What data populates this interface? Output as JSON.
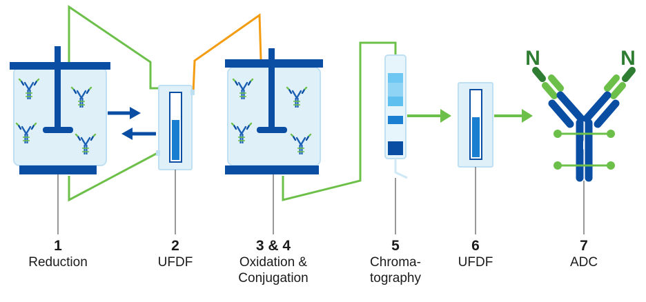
{
  "colors": {
    "dark_blue": "#0a4ea3",
    "mid_blue": "#1a7fd0",
    "light_blue": "#d5ecf8",
    "pale_blue": "#e6f4fb",
    "green": "#6cc04a",
    "dark_green": "#2e7d32",
    "orange": "#f39c12",
    "text": "#1a1a1a"
  },
  "steps": [
    {
      "number": "1",
      "name_lines": [
        "Reduction"
      ]
    },
    {
      "number": "2",
      "name_lines": [
        "UFDF"
      ]
    },
    {
      "number": "3 & 4",
      "name_lines": [
        "Oxidation &",
        "Conjugation"
      ]
    },
    {
      "number": "5",
      "name_lines": [
        "Chroma-",
        "tography"
      ]
    },
    {
      "number": "6",
      "name_lines": [
        "UFDF"
      ]
    },
    {
      "number": "7",
      "name_lines": [
        "ADC"
      ]
    }
  ],
  "adc_labels": {
    "left": "N",
    "right": "N"
  }
}
